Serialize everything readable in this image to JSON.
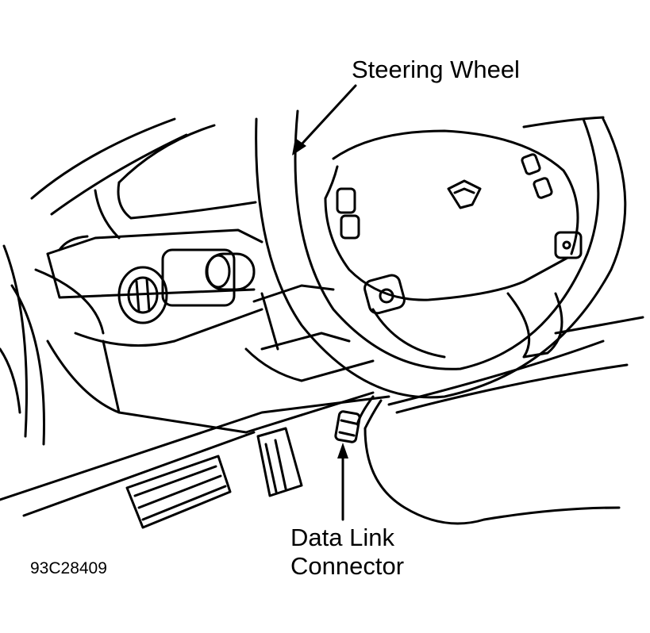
{
  "labels": {
    "steering_wheel": "Steering Wheel",
    "data_link_line1": "Data Link",
    "data_link_line2": "Connector",
    "figure_code": "93C28409"
  },
  "colors": {
    "ink": "#000000",
    "background": "#ffffff"
  }
}
